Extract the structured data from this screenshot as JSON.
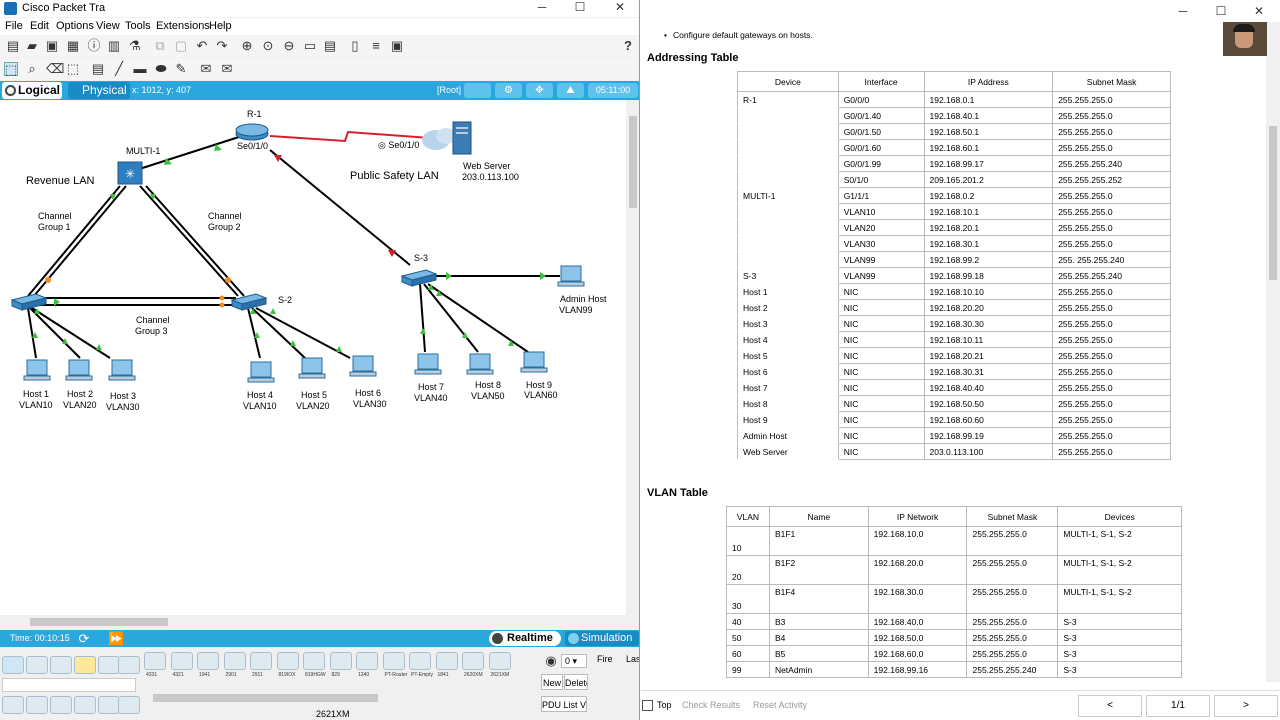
{
  "pt": {
    "title": "Cisco Packet Tra",
    "menu": [
      "File",
      "Edit",
      "Options",
      "View",
      "Tools",
      "Extensions",
      "Help"
    ],
    "tabs": {
      "logical": "Logical",
      "physical": "Physical"
    },
    "coords": "x: 1012, y: 407",
    "root": "[Root]",
    "clock": "05:11:00",
    "time": "Time: 00:10:15",
    "realtime": "Realtime",
    "simulation": "Simulation",
    "device_model": "2621XM",
    "new_label": "New",
    "delete_label": "Delete",
    "pdu_label": "PDU List V",
    "fire_label": "Fire",
    "last_label": "Las",
    "scenario_value": "0",
    "device_tags": [
      "4331",
      "4321",
      "1941",
      "2901",
      "2911",
      "819IOX",
      "819HGW",
      "829",
      "1240",
      "PT-Router",
      "PT-Empty",
      "1841",
      "2620XM",
      "2621XM"
    ]
  },
  "topology": {
    "areas": {
      "revenue": "Revenue LAN",
      "public_safety": "Public Safety LAN"
    },
    "channel_groups": {
      "g1a": "Channel",
      "g1b": "Group 1",
      "g2a": "Channel",
      "g2b": "Group 2",
      "g3a": "Channel",
      "g3b": "Group 3"
    },
    "devices": {
      "r1": "R-1",
      "multi1": "MULTI-1",
      "s2": "S-2",
      "s3": "S-3",
      "web": "Web Server",
      "web_ip": "203.0.113.100",
      "admin": "Admin Host",
      "admin_vlan": "VLAN99",
      "h1": "Host 1",
      "h1v": "VLAN10",
      "h2": "Host 2",
      "h2v": "VLAN20",
      "h3": "Host 3",
      "h3v": "VLAN30",
      "h4": "Host 4",
      "h4v": "VLAN10",
      "h5": "Host 5",
      "h5v": "VLAN20",
      "h6": "Host 6",
      "h6v": "VLAN30",
      "h7": "Host 7",
      "h7v": "VLAN40",
      "h8": "Host 8",
      "h8v": "VLAN50",
      "h9": "Host 9",
      "h9v": "VLAN60"
    },
    "ports": {
      "r1_se": "Se0/1/0",
      "isp_se": "Se0/1/0"
    }
  },
  "inst": {
    "bullet": "Configure default gateways on hosts.",
    "addr_heading": "Addressing Table",
    "addr_headers": [
      "Device",
      "Interface",
      "IP Address",
      "Subnet Mask"
    ],
    "addr_rows": [
      [
        "R-1",
        "G0/0/0",
        "192.168.0.1",
        "255.255.255.0"
      ],
      [
        "",
        "G0/0/1.40",
        "192.168.40.1",
        "255.255.255.0"
      ],
      [
        "",
        "G0/0/1.50",
        "192.168.50.1",
        "255.255.255.0"
      ],
      [
        "",
        "G0/0/1.60",
        "192.168.60.1",
        "255.255.255.0"
      ],
      [
        "",
        "G0/0/1.99",
        "192.168.99.17",
        "255.255.255.240"
      ],
      [
        "",
        "S0/1/0",
        "209.165.201.2",
        "255.255.255.252"
      ],
      [
        "MULTI-1",
        "G1/1/1",
        "192.168.0.2",
        "255.255.255.0"
      ],
      [
        "",
        "VLAN10",
        "192.168.10.1",
        "255.255.255.0"
      ],
      [
        "",
        "VLAN20",
        "192.168.20.1",
        "255.255.255.0"
      ],
      [
        "",
        "VLAN30",
        "192.168.30.1",
        "255.255.255.0"
      ],
      [
        "",
        "VLAN99",
        "192.168.99.2",
        "255. 255.255.240"
      ],
      [
        "S-3",
        "VLAN99",
        "192.168.99.18",
        "255.255.255.240"
      ],
      [
        "Host 1",
        "NIC",
        "192.168.10.10",
        "255.255.255.0"
      ],
      [
        "Host 2",
        "NIC",
        "192.168.20.20",
        "255.255.255.0"
      ],
      [
        "Host 3",
        "NIC",
        "192.168.30.30",
        "255.255.255.0"
      ],
      [
        "Host 4",
        "NIC",
        "192.168.10.11",
        "255.255.255.0"
      ],
      [
        "Host 5",
        "NIC",
        "192.168.20.21",
        "255.255.255.0"
      ],
      [
        "Host 6",
        "NIC",
        "192.168.30.31",
        "255.255.255.0"
      ],
      [
        "Host 7",
        "NIC",
        "192.168.40.40",
        "255.255.255.0"
      ],
      [
        "Host 8",
        "NIC",
        "192.168.50.50",
        "255.255.255.0"
      ],
      [
        "Host 9",
        "NIC",
        "192.168.60.60",
        "255.255.255.0"
      ],
      [
        "Admin Host",
        "NIC",
        "192.168.99.19",
        "255.255.255.0"
      ],
      [
        "Web Server",
        "NIC",
        "203.0.113.100",
        "255.255.255.0"
      ]
    ],
    "vlan_heading": "VLAN Table",
    "vlan_headers": [
      "VLAN",
      "Name",
      "IP Network",
      "Subnet Mask",
      "Devices"
    ],
    "vlan_rows": [
      [
        "10",
        "B1F1",
        "192.168.10.0",
        "255.255.255.0",
        "MULTI-1, S-1, S-2"
      ],
      [
        "20",
        "B1F2",
        "192.168.20.0",
        "255.255.255.0",
        "MULTI-1, S-1, S-2"
      ],
      [
        "30",
        "B1F4",
        "192.168.30.0",
        "255.255.255.0",
        "MULTI-1, S-1, S-2"
      ],
      [
        "40",
        "B3",
        "192.168.40.0",
        "255.255.255.0",
        "S-3"
      ],
      [
        "50",
        "B4",
        "192.168.50.0",
        "255.255.255.0",
        "S-3"
      ],
      [
        "60",
        "B5",
        "192.168.60.0",
        "255.255.255.0",
        "S-3"
      ],
      [
        "99",
        "NetAdmin",
        "192.168.99.16",
        "255.255.255.240",
        "S-3"
      ]
    ],
    "footer": {
      "top": "Top",
      "check": "Check Results",
      "reset": "Reset Activity",
      "prev": "<",
      "page": "1/1",
      "next": ">"
    }
  },
  "colors": {
    "pt_blue": "#2aa7dd",
    "serial_link": "#d81e2c",
    "link_up": "#3fbf3f",
    "link_orange": "#f28c1c"
  }
}
